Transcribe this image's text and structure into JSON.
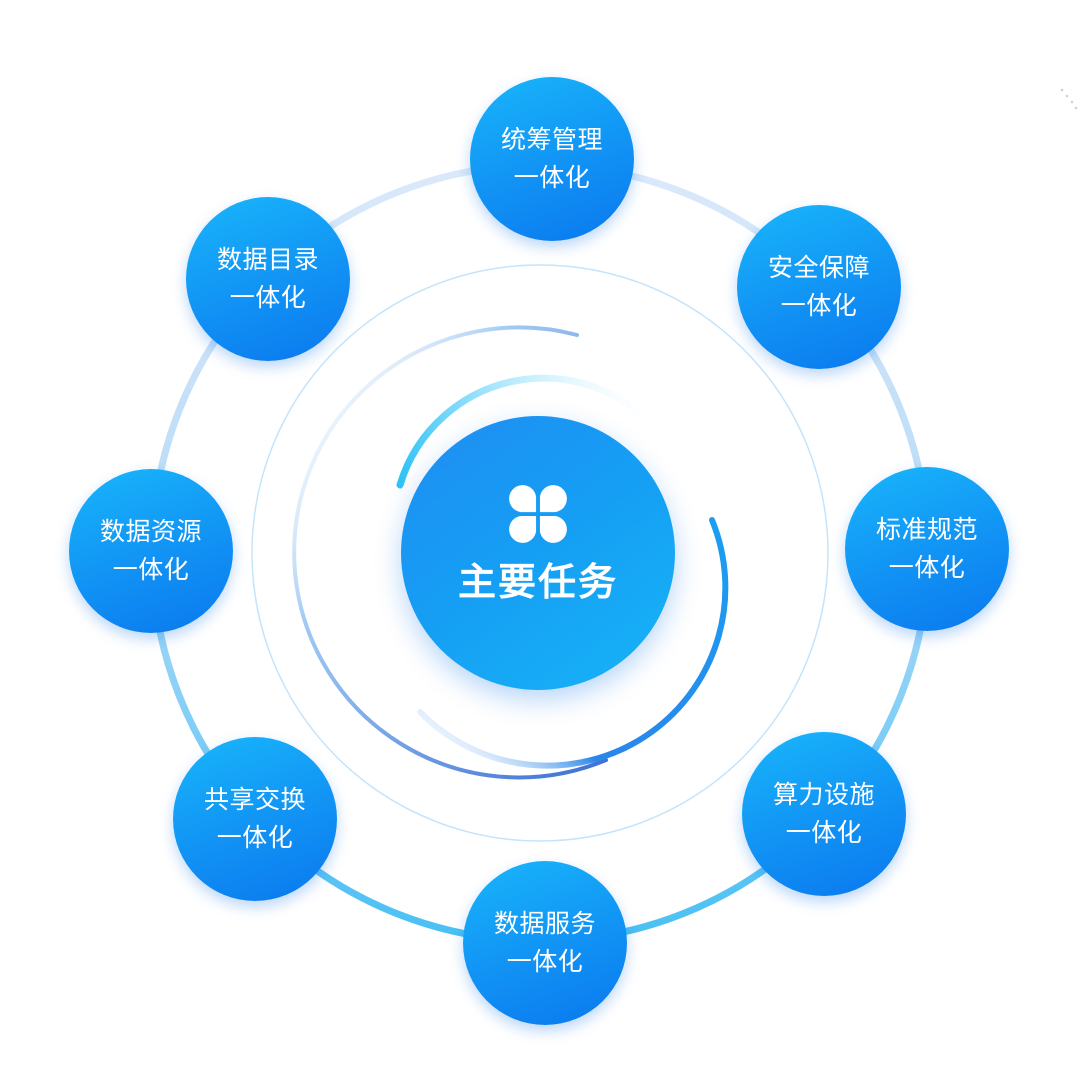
{
  "center": {
    "title": "主要任务",
    "icon": "four-petal-icon"
  },
  "nodes": [
    {
      "line1": "统筹管理",
      "line2": "一体化"
    },
    {
      "line1": "安全保障",
      "line2": "一体化"
    },
    {
      "line1": "标准规范",
      "line2": "一体化"
    },
    {
      "line1": "算力设施",
      "line2": "一体化"
    },
    {
      "line1": "数据服务",
      "line2": "一体化"
    },
    {
      "line1": "共享交换",
      "line2": "一体化"
    },
    {
      "line1": "数据资源",
      "line2": "一体化"
    },
    {
      "line1": "数据目录",
      "line2": "一体化"
    }
  ],
  "colors": {
    "node_top": "#19b6fb",
    "node_bottom": "#0a78ee",
    "ring_light": "#d2e8fb",
    "ring_accent": "#4cc3f5",
    "ring_dark": "#3a74d8"
  }
}
